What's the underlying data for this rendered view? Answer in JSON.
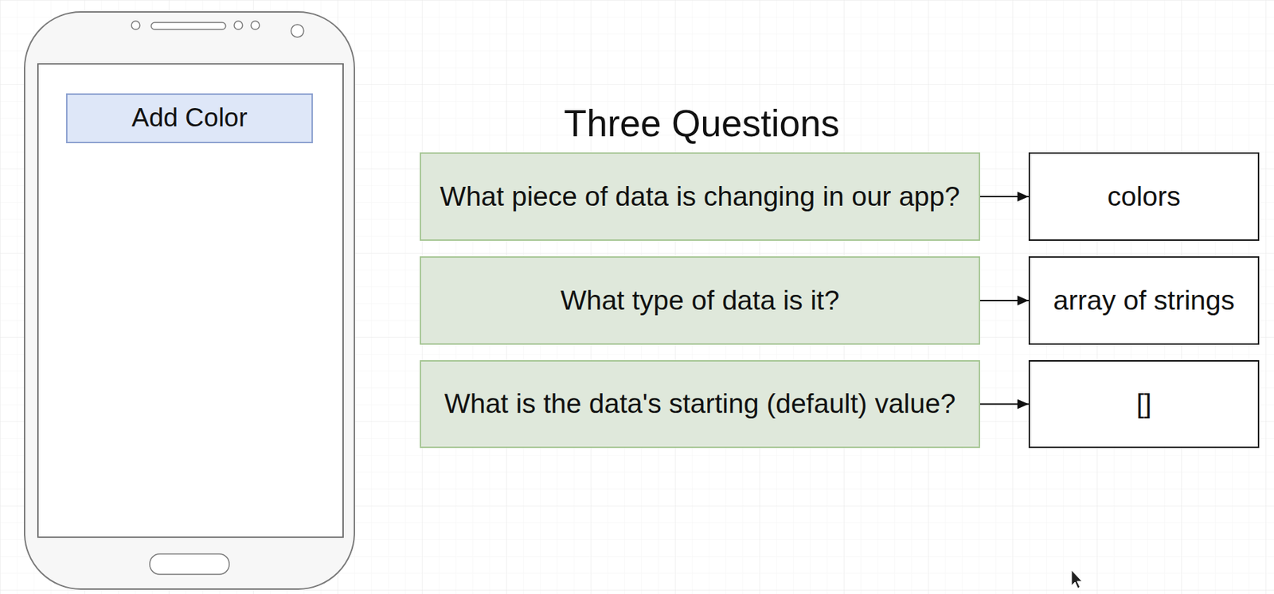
{
  "diagram": {
    "title": "Three Questions",
    "nodes": [
      {
        "text": [
          "Add Color"
        ]
      },
      {
        "text": [
          "What piece of data is changing in our app?"
        ]
      },
      {
        "text": [
          "colors"
        ]
      },
      {
        "text": [
          "What type of data is it?"
        ]
      },
      {
        "text": [
          "array of strings"
        ]
      },
      {
        "text": [
          "What is the data's starting (default) value?"
        ]
      },
      {
        "text": [
          "[]"
        ]
      }
    ],
    "edges": [
      {
        "from": 1,
        "to": 2,
        "arrow": "to"
      },
      {
        "from": 3,
        "to": 4,
        "arrow": "to"
      },
      {
        "from": 5,
        "to": 6,
        "arrow": "to"
      }
    ]
  }
}
